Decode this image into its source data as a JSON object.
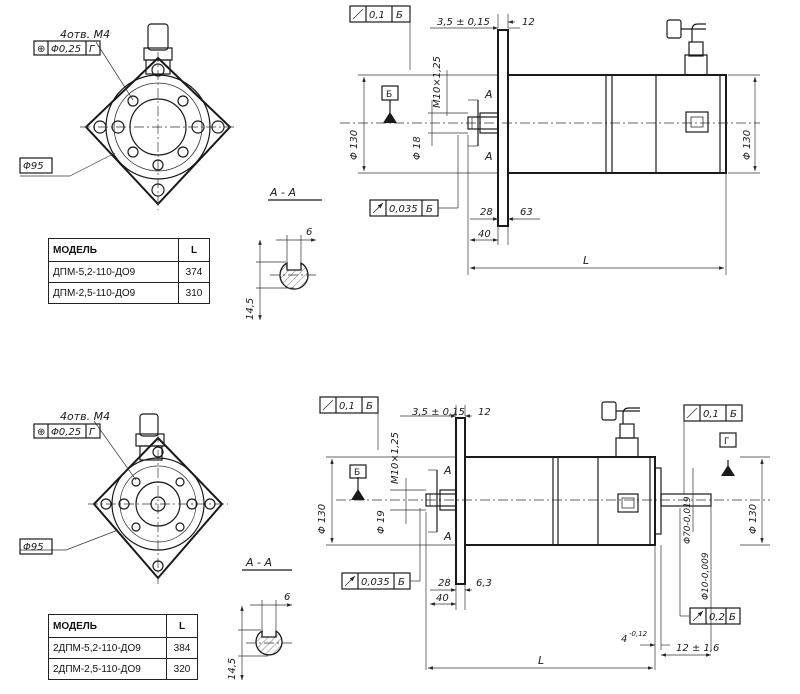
{
  "top": {
    "holes_label": "4отв. М4",
    "position_tol": {
      "symbol": "⊕",
      "value": "Φ0,25",
      "datum": "Г"
    },
    "flange_diameter": "Φ95",
    "section_label": "А - А",
    "section_width": "6",
    "section_height": "14,5",
    "perpendicularity": {
      "value": "0,1",
      "datum": "Б"
    },
    "runout": {
      "value": "0,035",
      "datum": "Б"
    },
    "dims": {
      "flange_offset": "3,5 ± 0,15",
      "flange_thickness": "12",
      "thread": "М10×1,25",
      "shaft_diameter": "Φ 18",
      "body_diameter_left": "Φ 130",
      "body_diameter_right": "Φ 130",
      "d28": "28",
      "d40": "40",
      "d63": "63",
      "length": "L"
    },
    "datum_b": "Б",
    "cut_mark": "А",
    "table": {
      "headers": [
        "МОДЕЛЬ",
        "L"
      ],
      "rows": [
        [
          "ДПМ-5,2-110-ДО9",
          "374"
        ],
        [
          "ДПМ-2,5-110-ДО9",
          "310"
        ]
      ]
    }
  },
  "bottom": {
    "holes_label": "4отв. М4",
    "position_tol": {
      "symbol": "⊕",
      "value": "Φ0,25",
      "datum": "Г"
    },
    "flange_diameter": "Φ95",
    "section_label": "А - А",
    "section_width": "6",
    "section_height": "14,5",
    "perpendicularity": {
      "value": "0,1",
      "datum": "Б"
    },
    "perpendicularity_rear": {
      "value": "0,1",
      "datum": "Б"
    },
    "runout": {
      "value": "0,035",
      "datum": "Б"
    },
    "runout_rear": {
      "value": "0,2",
      "datum": "Б"
    },
    "dims": {
      "flange_offset": "3,5 ± 0,15",
      "flange_thickness": "12",
      "thread": "М10×1,25",
      "shaft_diameter": "Φ 19",
      "body_diameter_left": "Φ 130",
      "body_diameter_right": "Φ 130",
      "rear_bore": "Φ70-0,019",
      "rear_shaft": "Φ10-0,009",
      "d28": "28",
      "d40": "40",
      "d63": "6,3",
      "rear_step": "4",
      "rear_step_tol": "-0,12",
      "rear_length": "12 ± 1,6",
      "length": "L"
    },
    "datum_b": "Б",
    "datum_g": "Г",
    "cut_mark": "А",
    "table": {
      "headers": [
        "МОДЕЛЬ",
        "L"
      ],
      "rows": [
        [
          "2ДПМ-5,2-110-ДО9",
          "384"
        ],
        [
          "2ДПМ-2,5-110-ДО9",
          "320"
        ]
      ]
    }
  }
}
